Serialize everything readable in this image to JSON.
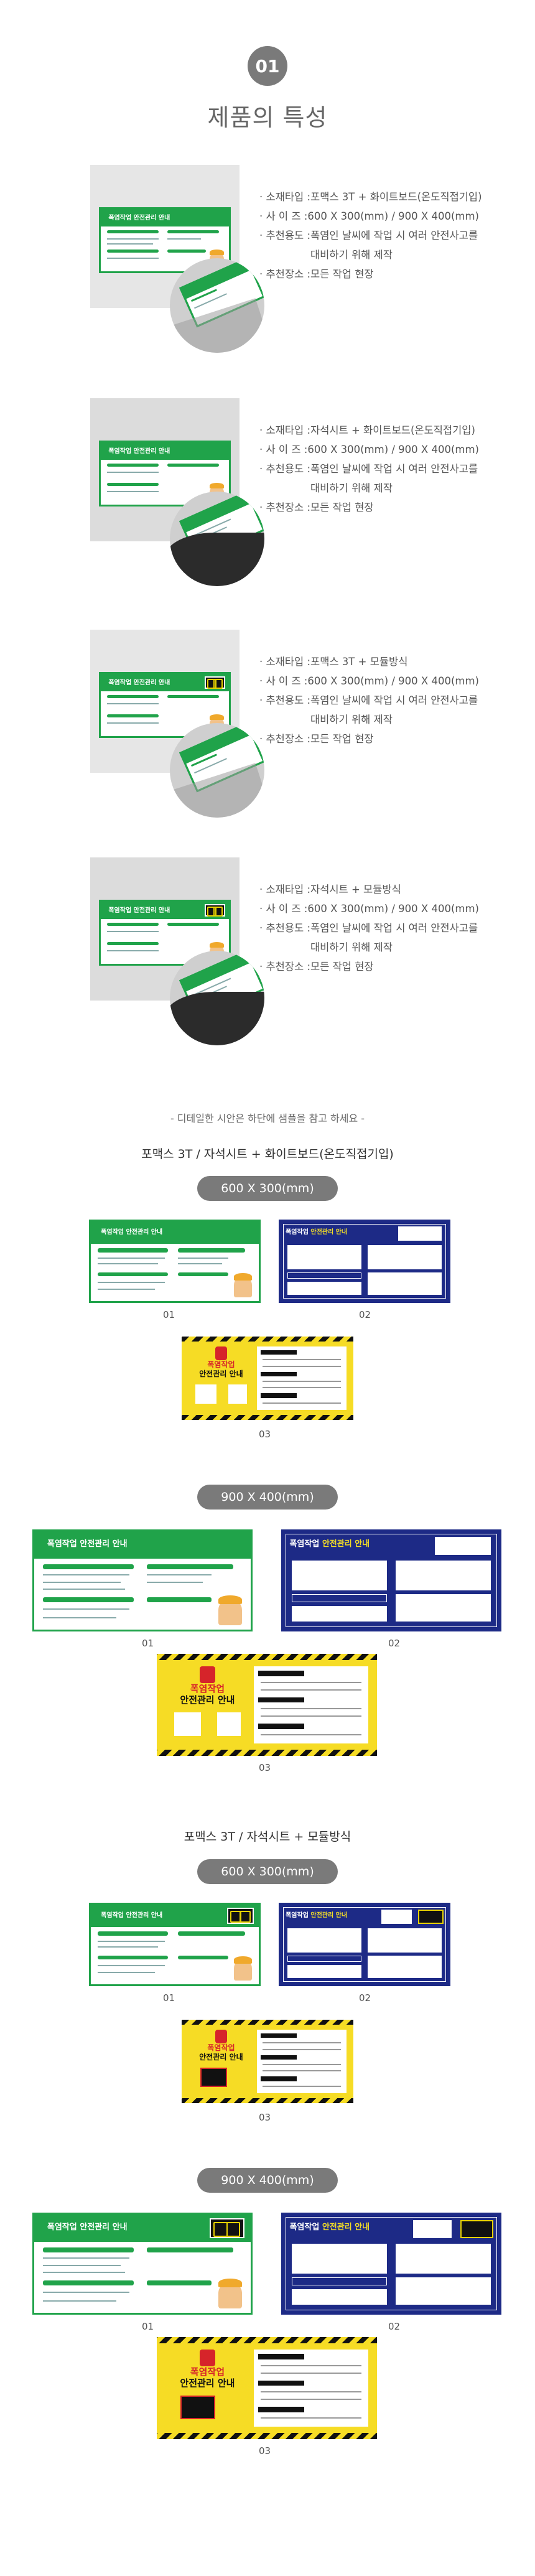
{
  "header": {
    "number": "01",
    "title": "제품의 특성"
  },
  "features": [
    {
      "material_label": "· 소재타입 : ",
      "material": "포맥스 3T + 화이트보드(온도직접기입)",
      "size_label": "· 사 이 즈 : ",
      "size": "600 X 300(mm) / 900 X 400(mm)",
      "use_label": "· 추천용도 : ",
      "use": "폭염인 날씨에 작업 시 여러 안전사고를",
      "use_cont": "대비하기 위해 제작",
      "place_label": "· 추천장소 : ",
      "place": "모든 작업 현장"
    },
    {
      "material_label": "· 소재타입 : ",
      "material": "자석시트 + 화이트보드(온도직접기입)",
      "size_label": "· 사 이 즈 : ",
      "size": "600 X 300(mm) / 900 X 400(mm)",
      "use_label": "· 추천용도 : ",
      "use": "폭염인 날씨에 작업 시 여러 안전사고를",
      "use_cont": "대비하기 위해 제작",
      "place_label": "· 추천장소 : ",
      "place": "모든 작업 현장"
    },
    {
      "material_label": "· 소재타입 : ",
      "material": "포맥스 3T + 모듈방식",
      "size_label": "· 사 이 즈 : ",
      "size": "600 X 300(mm) / 900 X 400(mm)",
      "use_label": "· 추천용도 : ",
      "use": "폭염인 날씨에 작업 시 여러 안전사고를",
      "use_cont": "대비하기 위해 제작",
      "place_label": "· 추천장소 : ",
      "place": "모든 작업 현장"
    },
    {
      "material_label": "· 소재타입 : ",
      "material": "자석시트 + 모듈방식",
      "size_label": "· 사 이 즈 : ",
      "size": "600 X 300(mm) / 900 X 400(mm)",
      "use_label": "· 추천용도 : ",
      "use": "폭염인 날씨에 작업 시 여러 안전사고를",
      "use_cont": "대비하기 위해 제작",
      "place_label": "· 추천장소 : ",
      "place": "모든 작업 현장"
    }
  ],
  "sign_text": {
    "green_title": "폭염작업 안전관리 안내",
    "navy_title_a": "폭염작업 ",
    "navy_title_b": "안전관리 안내",
    "yellow_title_a": "폭염작업",
    "yellow_title_b": "안전관리 안내"
  },
  "note": "- 디테일한 시안은 하단에 샘플을 참고 하세요 -",
  "sections": [
    {
      "title": "포맥스 3T / 자석시트 + 화이트보드(온도직접기입)"
    },
    {
      "title": "포맥스 3T / 자석시트 + 모듈방식"
    }
  ],
  "sizes": {
    "small": "600 X 300(mm)",
    "large": "900 X 400(mm)"
  },
  "captions": {
    "c1": "01",
    "c2": "02",
    "c3": "03"
  },
  "colors": {
    "green": "#20a34a",
    "navy": "#1d2a86",
    "yellow": "#f6dc25",
    "badge_gray": "#7a7a7a"
  }
}
